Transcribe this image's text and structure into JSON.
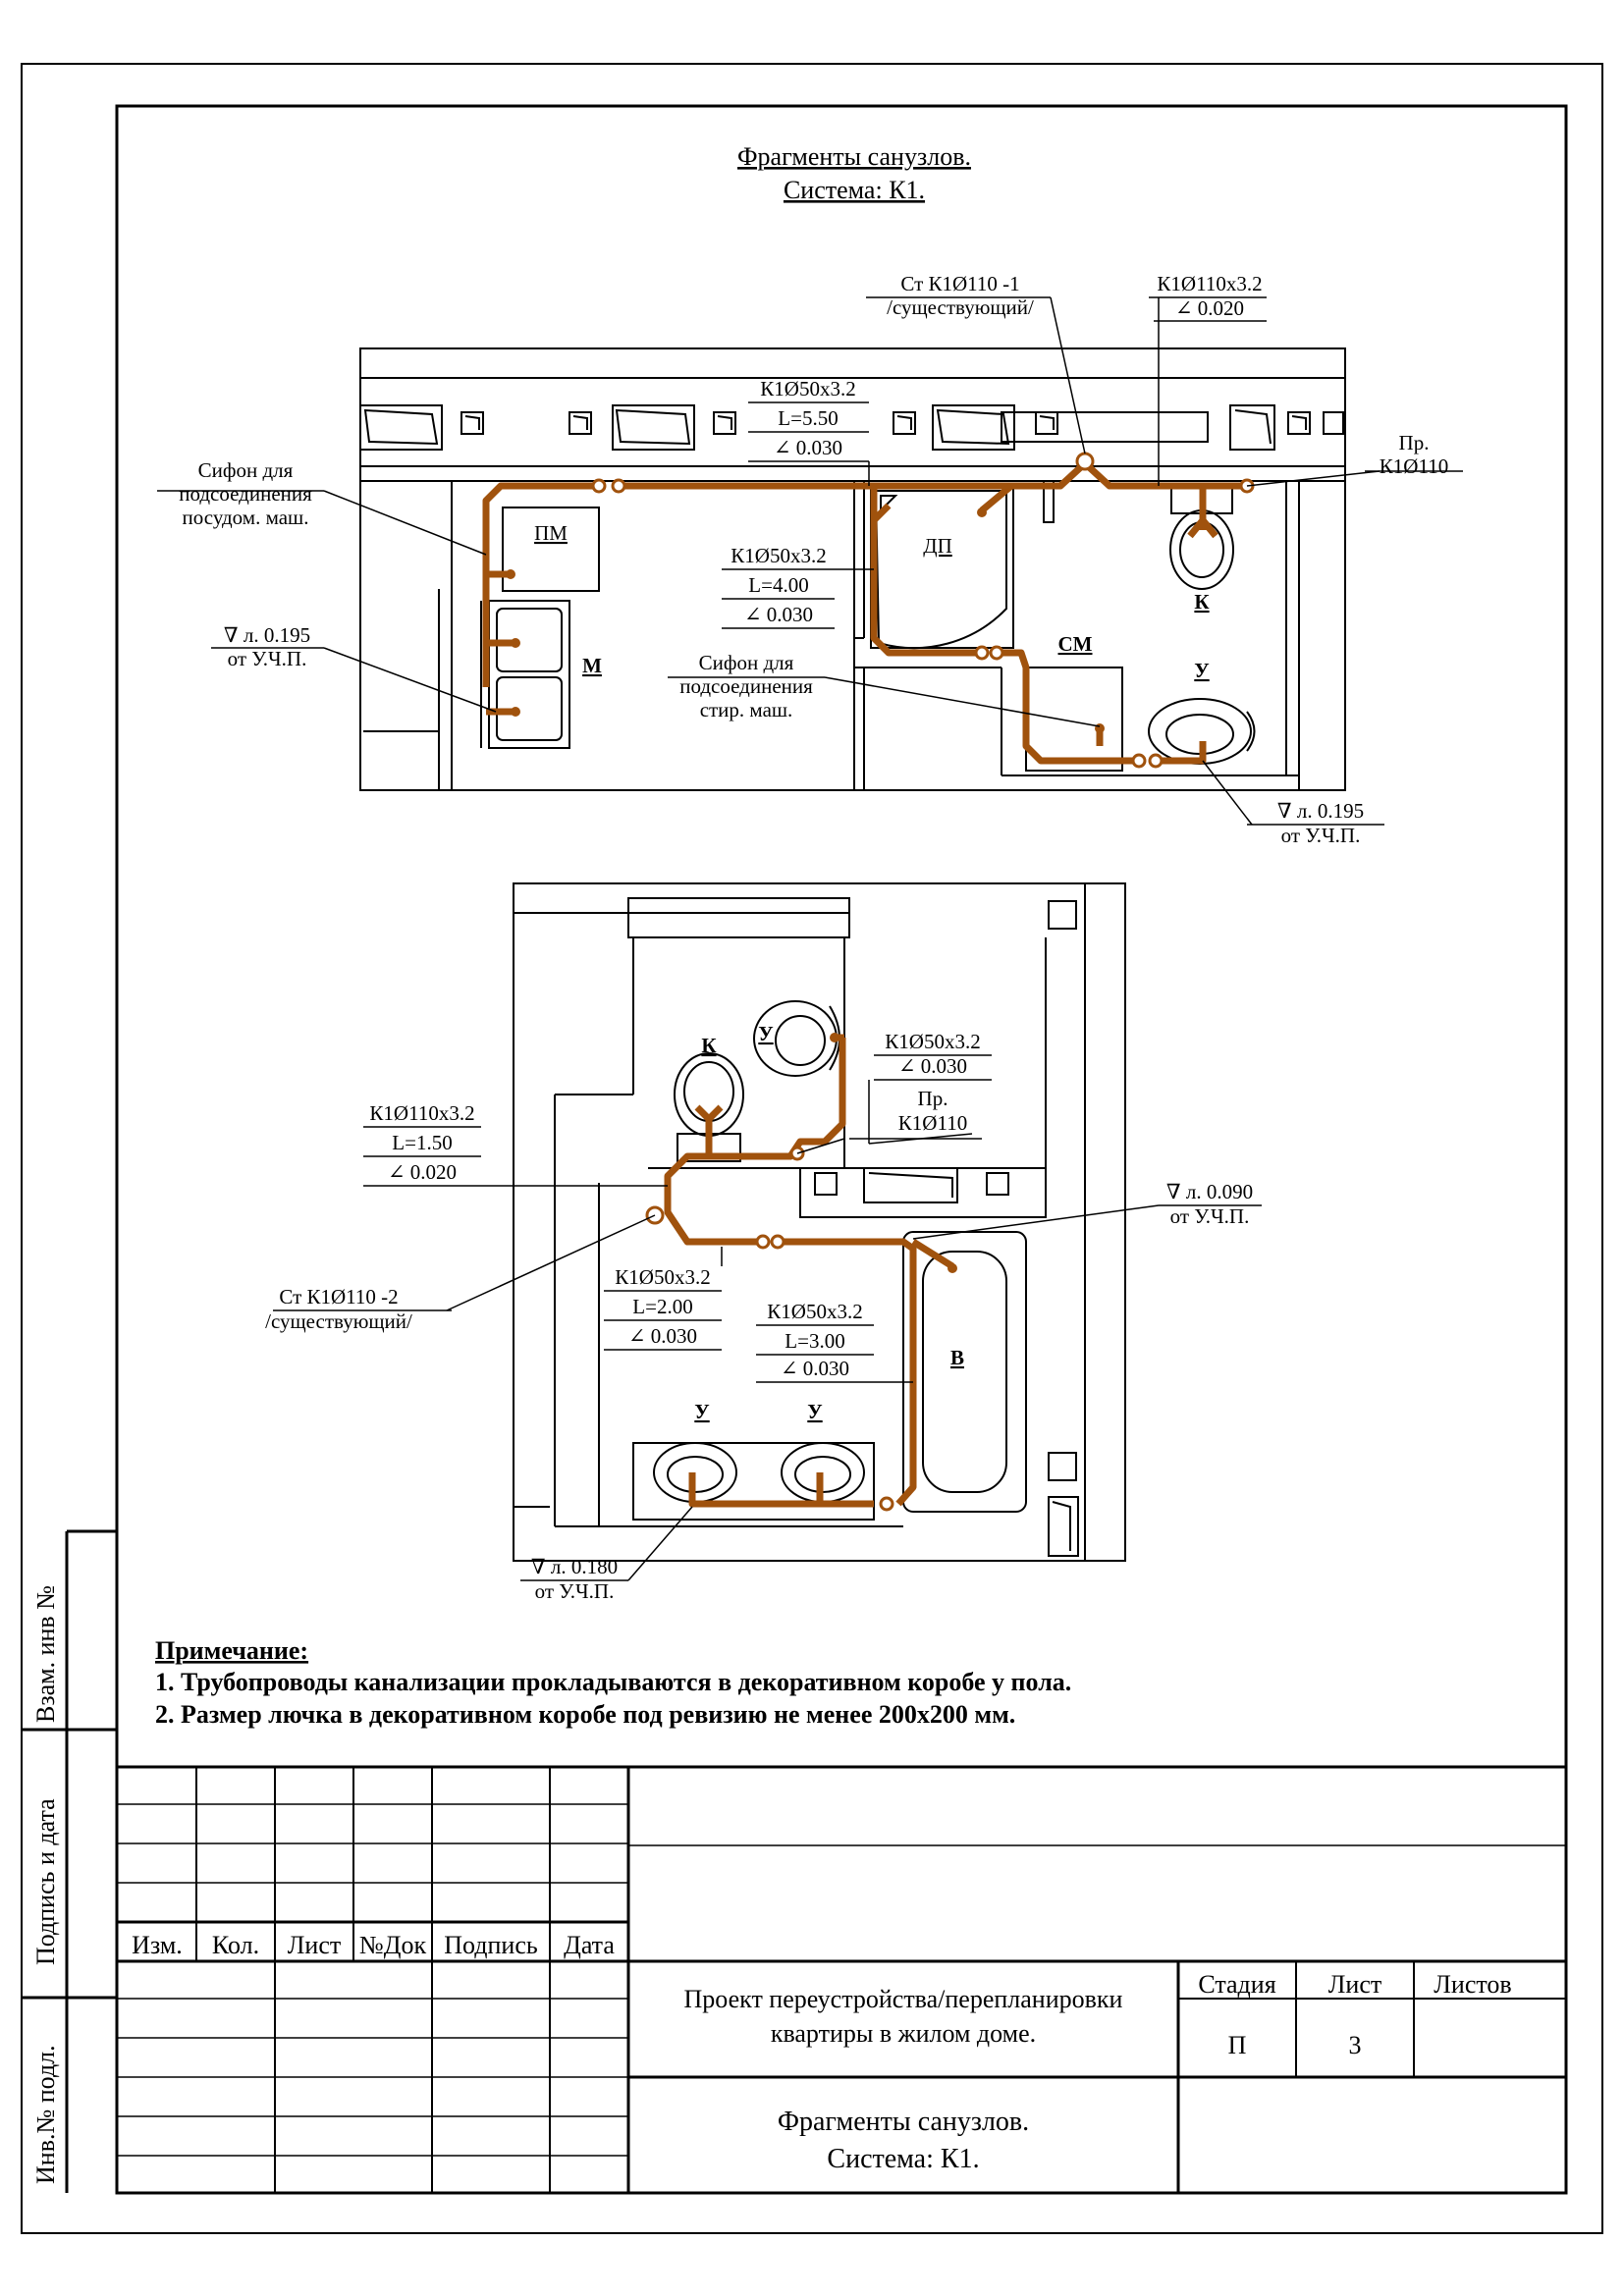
{
  "title": {
    "line1": "Фрагменты санузлов.",
    "line2": "Система: К1."
  },
  "plan1": {
    "labels": {
      "st1_a": "Ст К1Ø110 -1",
      "st1_b": "/существующий/",
      "k110_top_a": "К1Ø110х3.2",
      "k110_top_b": "∠ 0.020",
      "k50_a1": "К1Ø50х3.2",
      "k50_a2": "L=5.50",
      "k50_a3": "∠ 0.030",
      "k50_b1": "К1Ø50х3.2",
      "k50_b2": "L=4.00",
      "k50_b3": "∠ 0.030",
      "pr_a": "Пр.",
      "pr_b": "К1Ø110",
      "sif1_a": "Сифон для",
      "sif1_b": "подсоединения",
      "sif1_c": "посудом. маш.",
      "lv1_a": "∇ л. 0.195",
      "lv1_b": "от У.Ч.П.",
      "sif2_a": "Сифон для",
      "sif2_b": "подсоединения",
      "sif2_c": "стир. маш.",
      "lv2_a": "∇ л. 0.195",
      "lv2_b": "от У.Ч.П.",
      "pm": "ПМ",
      "m": "М",
      "dp": "ДП",
      "sm": "СМ",
      "k": "К",
      "u": "У"
    }
  },
  "plan2": {
    "labels": {
      "k": "К",
      "u_top": "У",
      "k50_a1": "К1Ø50х3.2",
      "k50_a3": "∠ 0.030",
      "pr_a": "Пр.",
      "pr_b": "К1Ø110",
      "k110_a": "К1Ø110х3.2",
      "k110_b": "L=1.50",
      "k110_c": "∠ 0.020",
      "lv_a": "∇ л. 0.090",
      "lv_b": "от У.Ч.П.",
      "st2_a": "Ст К1Ø110 -2",
      "st2_b": "/существующий/",
      "k50_b1": "К1Ø50х3.2",
      "k50_b2": "L=2.00",
      "k50_b3": "∠ 0.030",
      "k50_c1": "К1Ø50х3.2",
      "k50_c2": "L=3.00",
      "k50_c3": "∠ 0.030",
      "v": "В",
      "u1": "У",
      "u2": "У",
      "lv2_a": "∇ л. 0.180",
      "lv2_b": "от У.Ч.П."
    }
  },
  "notes": {
    "heading": "Примечание:",
    "item1": "1. Трубопроводы канализации прокладываются в декоративном коробе у пола.",
    "item2": "2. Размер лючка в декоративном коробе под ревизию не менее 200х200 мм."
  },
  "side_stamp": {
    "vzam": "Взам. инв №",
    "podpis": "Подпись и дата",
    "inv": "Инв.№ подл."
  },
  "title_block": {
    "cols": [
      "Изм.",
      "Кол.",
      "Лист",
      "№Док",
      "Подпись",
      "Дата"
    ],
    "stage_h": "Стадия",
    "sheet_h": "Лист",
    "sheets_h": "Листов",
    "stage": "П",
    "sheet": "3",
    "project_a": "Проект переустройства/перепланировки",
    "project_b": "квартиры в жилом доме.",
    "drawing_a": "Фрагменты санузлов.",
    "drawing_b": "Система: К1."
  },
  "colors": {
    "pipe": "#a0520d",
    "line": "#000000"
  }
}
